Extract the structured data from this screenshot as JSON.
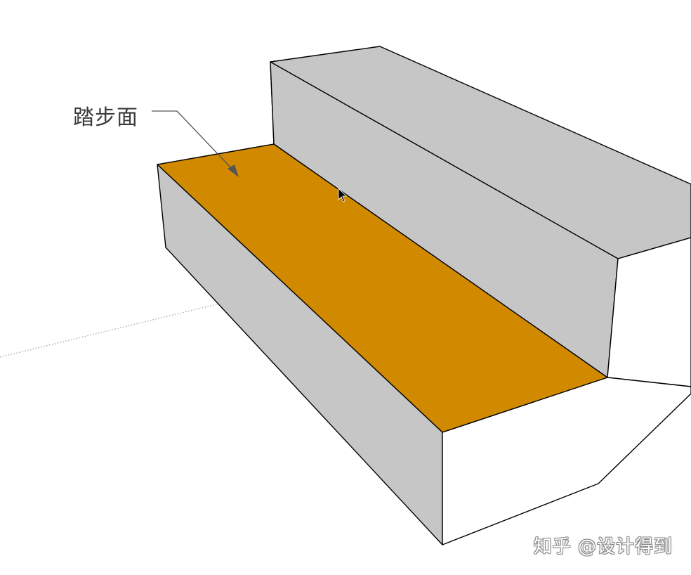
{
  "canvas": {
    "callout_label": "踏步面",
    "watermark": "知乎 @设计得到"
  },
  "colors": {
    "selected_face": "#D18A00",
    "side_face": "#C6C6C6",
    "front_face": "#FFFFFF",
    "edge": "#000000",
    "callout_line": "#555555",
    "axis_guide": "#9AA0A6"
  },
  "icons": {
    "cursor": "select-arrow-cursor"
  }
}
